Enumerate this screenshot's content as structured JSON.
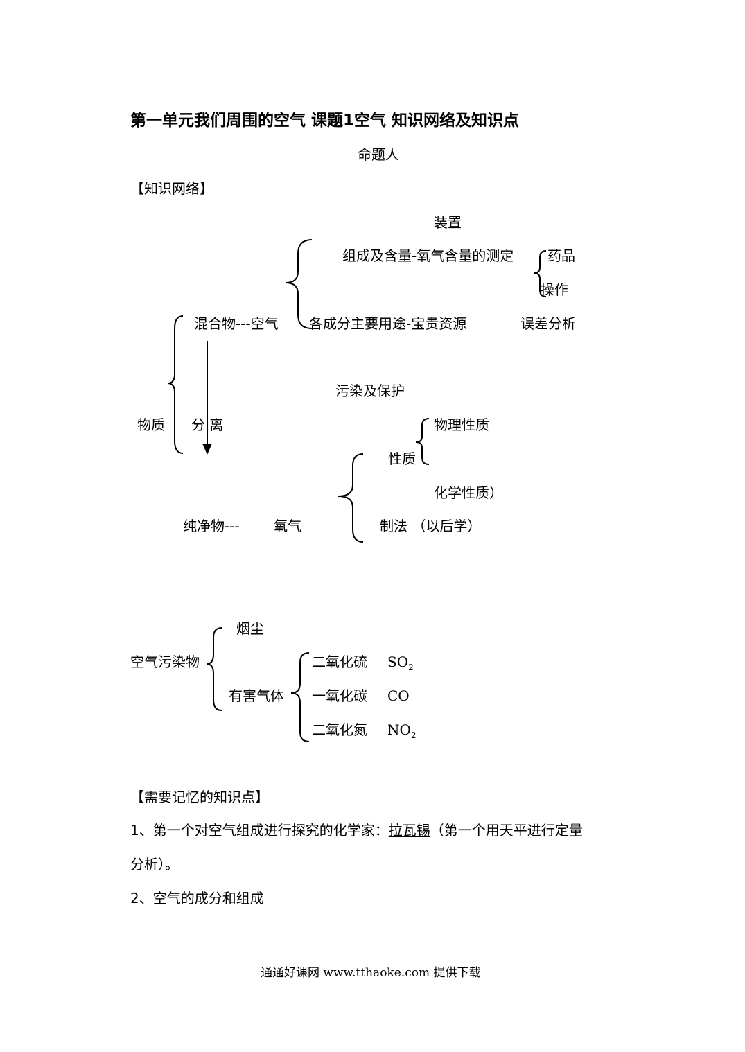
{
  "title": "第一单元我们周围的空气    课题1空气  知识网络及知识点",
  "author_label": "命题人",
  "section1": "【知识网络】",
  "network": {
    "zhuangzhi": "装置",
    "zucheng": "组成及含量-氧气含量的测定",
    "yaopin": "药品",
    "caozuo": "操作",
    "hunhewu": "混合物---空气",
    "yongtu": "各成分主要用途-宝贵资源",
    "wucha": "误差分析",
    "wuran": "污染及保护",
    "wuzhi": "物质",
    "fenli": "分 离",
    "wuli": "物理性质",
    "xingzhi": "性质",
    "huaxue": "化学性质）",
    "chunjingwu": "纯净物---",
    "yangqi": "氧气",
    "zhifa": "制法  （以后学）"
  },
  "pollutants": {
    "label": "空气污染物",
    "yanchen": "烟尘",
    "youhai": "有害气体",
    "so2_name": "二氧化硫",
    "so2_formula": "SO",
    "so2_sub": "2",
    "co_name": "一氧化碳",
    "co_formula": "CO",
    "no2_name": "二氧化氮",
    "no2_formula": "NO",
    "no2_sub": "2"
  },
  "section2": "【需要记忆的知识点】",
  "point1_a": "1、第一个对空气组成进行探究的化学家：",
  "point1_name": "拉瓦锡",
  "point1_b": "（第一个用天平进行定量",
  "point1_c": "分析）。",
  "point2": "2、空气的成分和组成",
  "footer": "通通好课网  www.tthaoke.com  提供下载"
}
